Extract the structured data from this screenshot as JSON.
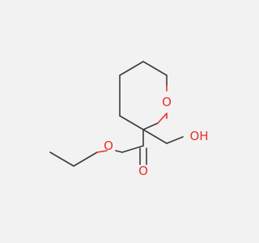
{
  "molecule": {
    "atoms": [
      {
        "id": "ring_o",
        "label": "O"
      },
      {
        "id": "ester_o_single",
        "label": "O"
      },
      {
        "id": "ester_o_double",
        "label": "O"
      },
      {
        "id": "hydroxyl",
        "label": "OH"
      }
    ],
    "colors": {
      "bond": "#3c3c3c",
      "heteroatom": "#e8322a",
      "background": "#f2f2f2"
    }
  }
}
